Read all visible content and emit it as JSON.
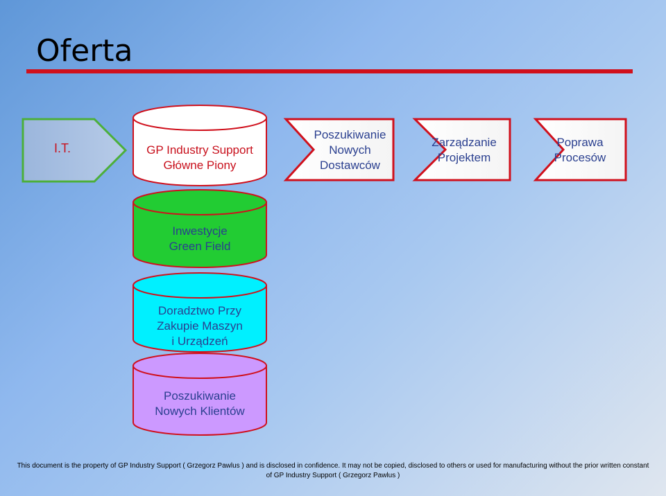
{
  "title": "Oferta",
  "nodes": {
    "it": {
      "label": "I.T."
    },
    "gp": {
      "line1": "GP Industry Support",
      "line2": "Główne Piony"
    },
    "dostawcy": {
      "line1": "Poszukiwanie",
      "line2": "Nowych",
      "line3": "Dostawców"
    },
    "projekt": {
      "line1": "Zarządzanie",
      "line2": "Projektem"
    },
    "procesy": {
      "line1": "Poprawa",
      "line2": "Procesów"
    },
    "inwestycje": {
      "line1": "Inwestycje",
      "line2": "Green Field"
    },
    "doradztwo": {
      "line1": "Doradztwo Przy",
      "line2": "Zakupie Maszyn",
      "line3": "i Urządzeń"
    },
    "klienci": {
      "line1": "Poszukiwanie",
      "line2": "Nowych Klientów"
    }
  },
  "colors": {
    "accent_red": "#d0101c",
    "green_fill": "#22cc33",
    "cyan_fill": "#00f0ff",
    "purple_fill": "#cc99ff",
    "arrow_fill": "#a8bfe0",
    "arrow_border": "#4caf3a",
    "box_border": "#c8101c"
  },
  "footer": {
    "line1": "This document  is the property of GP Industry Support ( Grzegorz Pawlus ) and is disclosed in confidence. It may not be copied, disclosed to others or used for manufacturing without the prior written constant",
    "line2": "of GP Industry Support ( Grzegorz Pawlus )"
  }
}
